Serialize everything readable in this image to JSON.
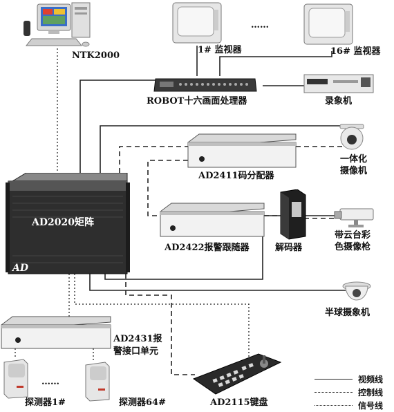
{
  "devices": {
    "ntk": "NTK2000",
    "monitor1": "1# 监视器",
    "monitor_ellipsis": "……",
    "monitor16": "16# 监视器",
    "robot": "ROBOT十六画面处理器",
    "recorder": "录象机",
    "ad2411": "AD2411码分配器",
    "dome_line1": "一体化",
    "dome_line2": "摄像机",
    "matrix": "AD2020矩阵",
    "ad2422": "AD2422报警跟随器",
    "decoder": "解码器",
    "ptz_line1": "带云台彩",
    "ptz_line2": "色摄像枪",
    "halfdome": "半球摄象机",
    "ad2431_line1": "AD2431报",
    "ad2431_line2": "警接口单元",
    "detector1": "探测器1#",
    "detector_ellipsis": "……",
    "detector64": "探测器64#",
    "keyboard": "AD2115键盘",
    "matrix_logo": "AD",
    "rack_logo": "AD"
  },
  "legend": {
    "video": "视频线",
    "control": "控制线",
    "signal": "信号线"
  }
}
